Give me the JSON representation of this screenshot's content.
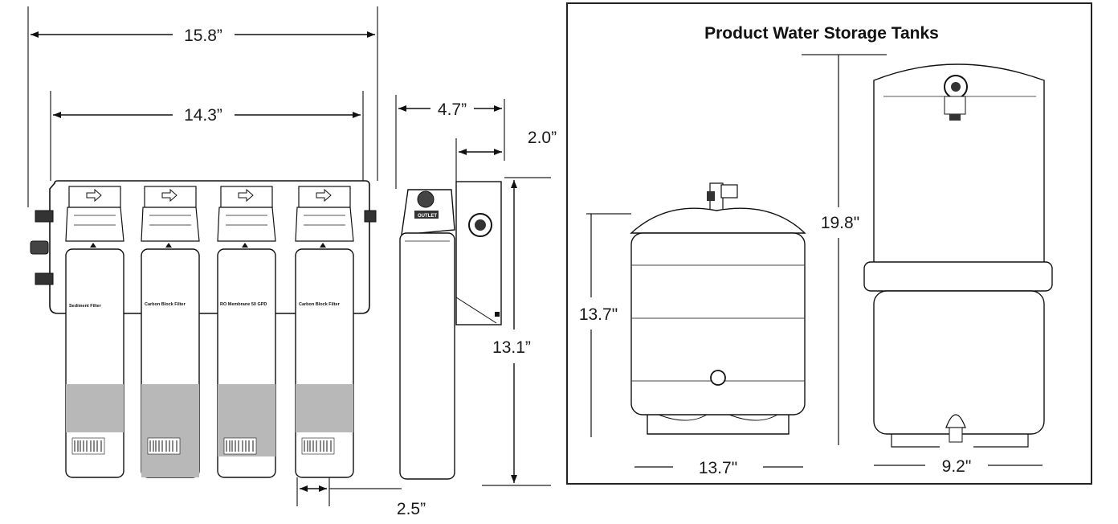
{
  "filter_system": {
    "dimensions": {
      "overall_width": "15.8”",
      "manifold_width": "14.3”",
      "side_depth": "4.7”",
      "bracket_depth": "2.0”",
      "height": "13.1”",
      "cartridge_spacing": "2.5”"
    },
    "cartridges": [
      {
        "label": "Sediment Filter"
      },
      {
        "label": "Carbon Block Filter"
      },
      {
        "label": "RO Membrane 50 GPD"
      },
      {
        "label": "Carbon Block Filter"
      }
    ],
    "side_label": "OUTLET"
  },
  "tanks_panel": {
    "title": "Product Water Storage Tanks",
    "small_tank": {
      "height": "13.7\"",
      "width": "13.7\""
    },
    "large_tank": {
      "height": "19.8\"",
      "width": "9.2\""
    }
  }
}
